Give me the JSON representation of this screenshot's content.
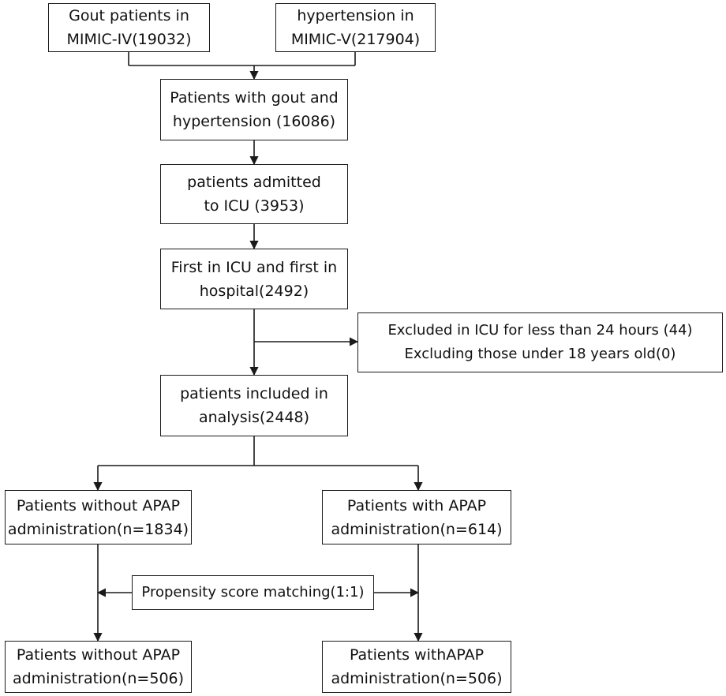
{
  "boxes": {
    "gout": {
      "line1": "Gout patients in",
      "line2": "MIMIC-IV(19032)"
    },
    "hypertension": {
      "line1": "hypertension in",
      "line2": "MIMIC-V(217904)"
    },
    "both": {
      "line1": "Patients with gout and",
      "line2": "hypertension (16086)"
    },
    "icu": {
      "line1": "patients admitted",
      "line2": "to ICU (3953)"
    },
    "first": {
      "line1": "First  in ICU and first in",
      "line2": "hospital(2492)"
    },
    "excluded": {
      "line1": "Excluded in ICU for less than 24 hours (44)",
      "line2": "Excluding those under 18 years old(0)"
    },
    "included": {
      "line1": "patients included in",
      "line2": "analysis(2448)"
    },
    "without_apap": {
      "line1": "Patients without APAP",
      "line2": "administration(n=1834)"
    },
    "with_apap": {
      "line1": "Patients with APAP",
      "line2": "administration(n=614)"
    },
    "psm": {
      "line1": "Propensity score matching(1:1)"
    },
    "without_matched": {
      "line1": "Patients without APAP",
      "line2": "administration(n=506)"
    },
    "with_matched": {
      "line1": "Patients withAPAP",
      "line2": "administration(n=506)"
    }
  }
}
